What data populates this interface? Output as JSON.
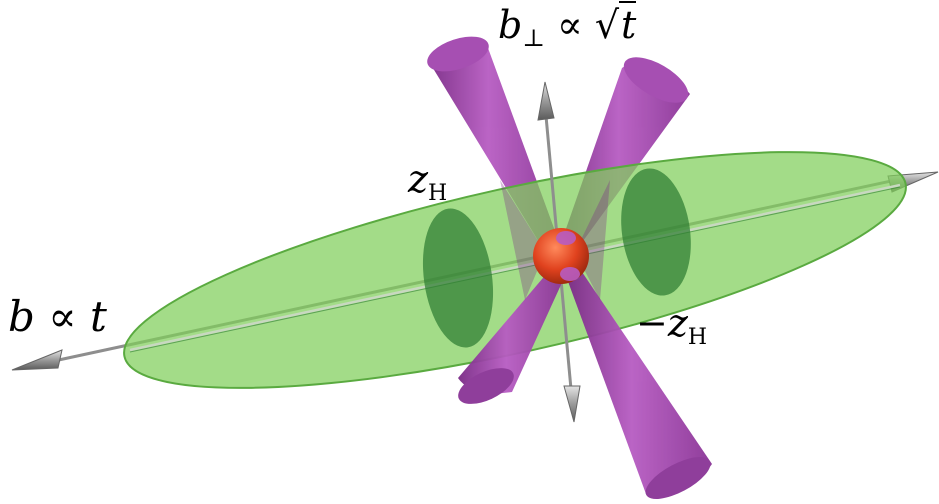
{
  "labels": {
    "b_perp": {
      "symbol": "b",
      "subscript": "⊥",
      "relation": "∝",
      "radical": "√",
      "argument": "t"
    },
    "b_long": {
      "symbol": "b",
      "relation": "∝",
      "argument": "t"
    },
    "z_h_pos": {
      "symbol": "z",
      "subscript": "H"
    },
    "z_h_neg": {
      "sign": "−",
      "symbol": "z",
      "subscript": "H"
    }
  },
  "colors": {
    "ellipsoid_fill": "#7fce5a",
    "ellipsoid_stroke": "#4c9b36",
    "cross_section": "#2e7d32",
    "cone": "#9c3fa7",
    "cone_edge": "#7a2a86",
    "core": "#e0421e",
    "arrow": "#9a9a9a",
    "axis_line": "#2e7d32"
  }
}
